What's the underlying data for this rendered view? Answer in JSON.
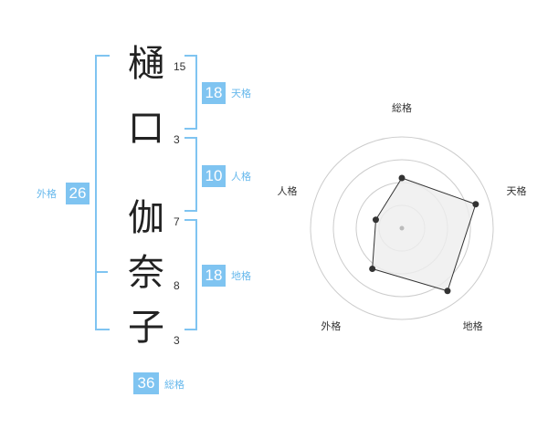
{
  "name_chars": [
    {
      "char": "樋",
      "strokes": "15"
    },
    {
      "char": "口",
      "strokes": "3"
    },
    {
      "char": "伽",
      "strokes": "7"
    },
    {
      "char": "奈",
      "strokes": "8"
    },
    {
      "char": "子",
      "strokes": "3"
    }
  ],
  "kakusu": {
    "tenkaku": {
      "value": "18",
      "label": "天格"
    },
    "jinkaku": {
      "value": "10",
      "label": "人格"
    },
    "chikaku": {
      "value": "18",
      "label": "地格"
    },
    "gaikaku": {
      "value": "26",
      "label": "外格"
    },
    "soukaku": {
      "value": "36",
      "label": "総格"
    }
  },
  "chart_data": {
    "type": "radar",
    "axes": [
      "総格",
      "天格",
      "地格",
      "外格",
      "人格"
    ],
    "values": [
      0.55,
      0.85,
      0.85,
      0.55,
      0.3
    ],
    "range": [
      0,
      1
    ],
    "rings": 4,
    "colors": {
      "accent": "#7fc4f1",
      "fill": "#eeeeee",
      "line": "#333333",
      "ring": "#cccccc"
    }
  }
}
